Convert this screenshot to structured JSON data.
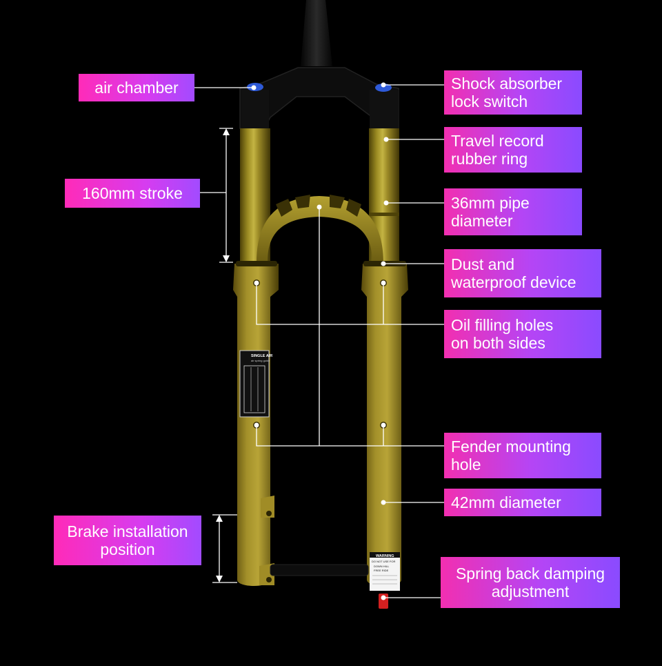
{
  "labels": {
    "air_chamber": [
      "air chamber"
    ],
    "stroke": [
      "160mm stroke"
    ],
    "brake": [
      "Brake installation",
      "position"
    ],
    "lock_switch": [
      "Shock absorber",
      "lock switch"
    ],
    "travel_ring": [
      "Travel record",
      "rubber ring"
    ],
    "pipe_diameter": [
      "36mm pipe",
      "diameter"
    ],
    "dust": [
      "Dust and",
      "waterproof device"
    ],
    "oil_holes": [
      "Oil filling holes",
      "on both sides"
    ],
    "fender": [
      "Fender mounting",
      "hole"
    ],
    "lower_diameter": [
      "42mm diameter"
    ],
    "spring_back": [
      "Spring back damping",
      "adjustment"
    ]
  },
  "decal_left": {
    "title": "SINGLE AIR",
    "subtitle": "air spring guide"
  },
  "decal_right": {
    "title": "WARNING",
    "line1": "DO NOT USE FOR",
    "line2": "DOWN HILL",
    "line3": "FREE RIDE"
  },
  "colors": {
    "background": "#000000",
    "stanchion": "#8a7a1a",
    "crown": "#0c0c0c",
    "label_pink": "#ff2bb8",
    "label_purple": "#8a4bff",
    "callout_line": "#ffffff"
  }
}
